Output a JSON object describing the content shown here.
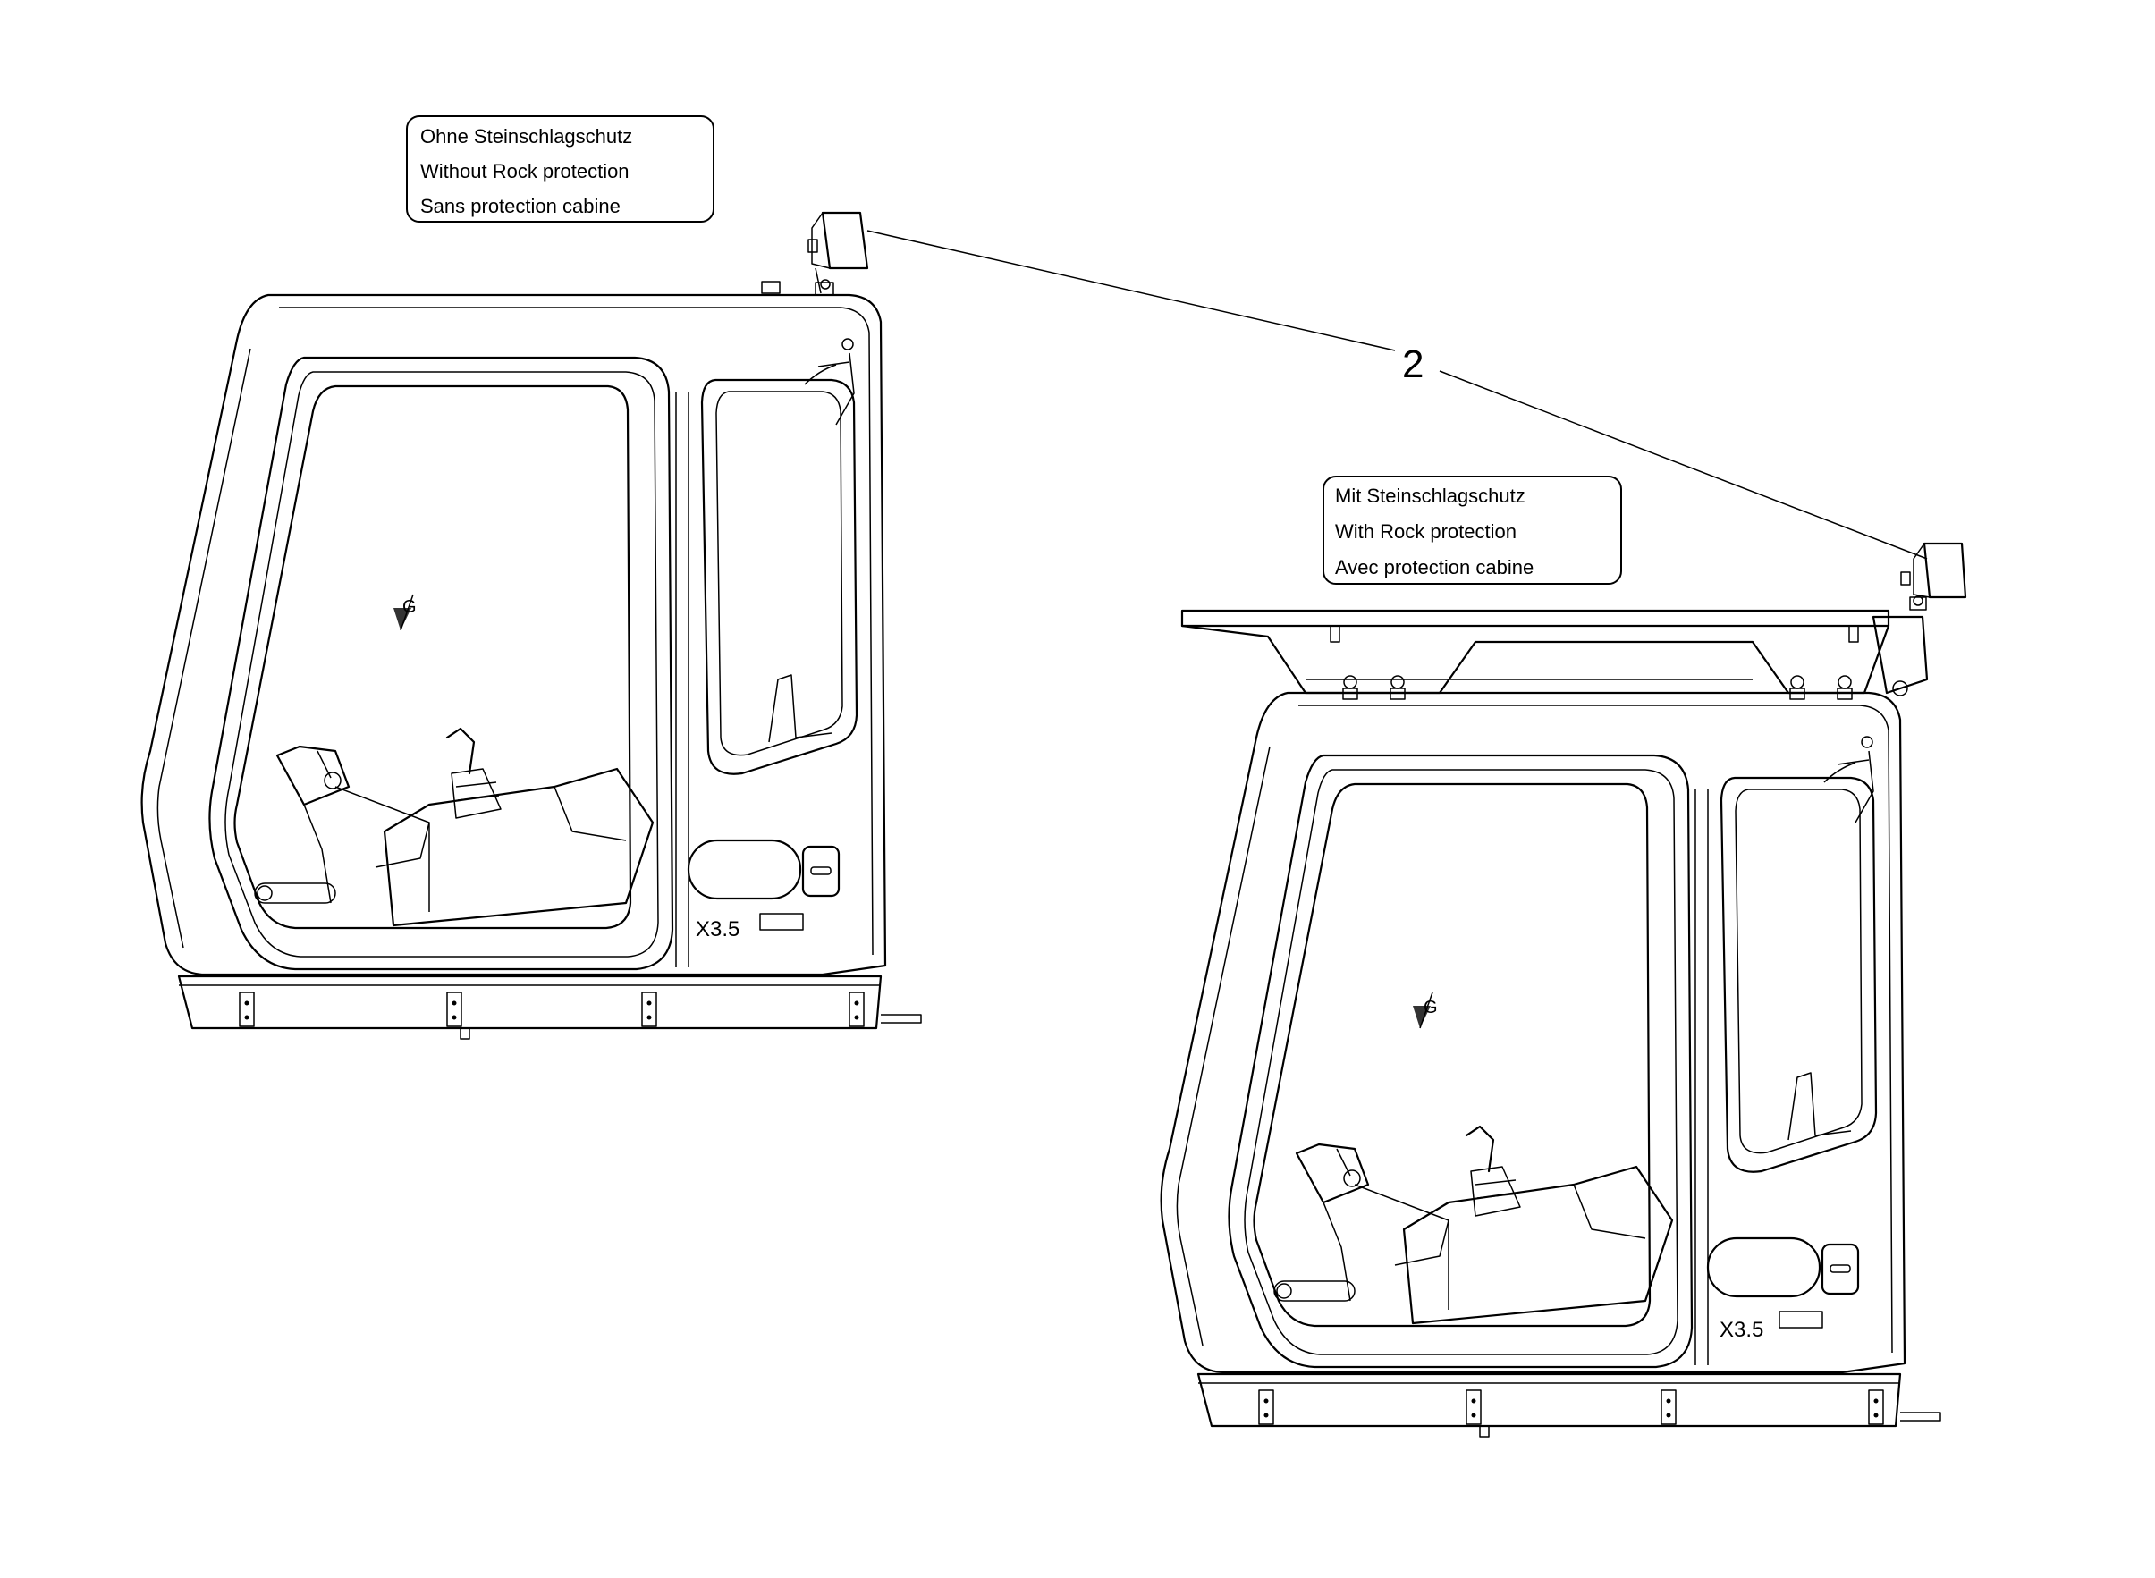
{
  "labels": {
    "without": {
      "de": "Ohne Steinschlagschutz",
      "en": "Without Rock protection",
      "fr": "Sans protection cabine"
    },
    "with": {
      "de": "Mit Steinschlagschutz",
      "en": "With Rock protection",
      "fr": "Avec protection cabine"
    }
  },
  "callout": {
    "number": "2"
  },
  "cab_left": {
    "connector": "X3.5",
    "view": "G"
  },
  "cab_right": {
    "connector": "X3.5",
    "view": "G"
  },
  "icons": [
    "work-lamp-icon",
    "view-arrow-icon",
    "joystick-icon",
    "seat-icon"
  ]
}
